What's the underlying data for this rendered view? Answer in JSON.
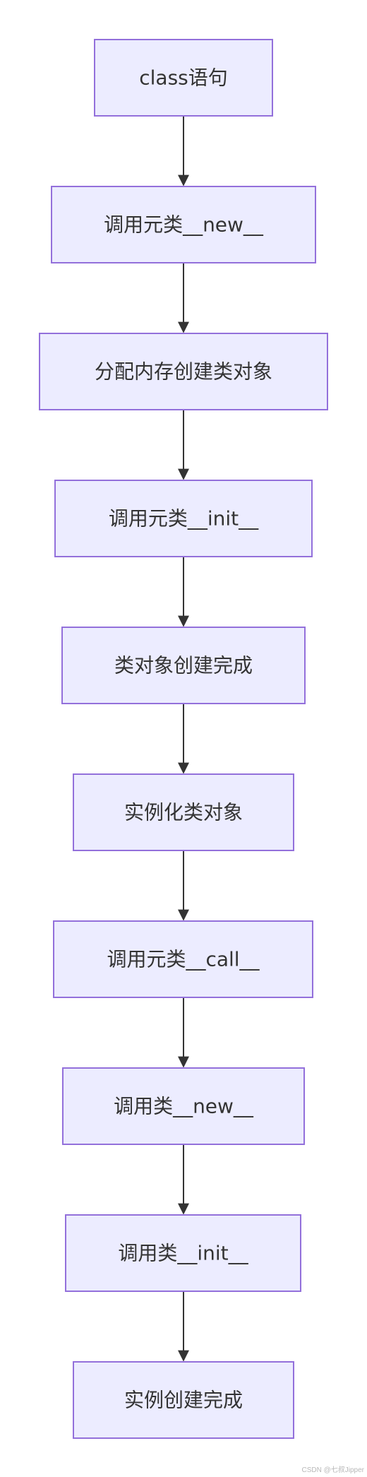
{
  "diagram": {
    "type": "flowchart",
    "direction": "top-to-bottom",
    "colors": {
      "node_fill": "#ECECFF",
      "node_stroke": "#9370DB",
      "edge": "#333333",
      "text": "#333333"
    },
    "nodes": [
      {
        "id": "n1",
        "label": "class语句"
      },
      {
        "id": "n2",
        "label": "调用元类__new__"
      },
      {
        "id": "n3",
        "label": "分配内存创建类对象"
      },
      {
        "id": "n4",
        "label": "调用元类__init__"
      },
      {
        "id": "n5",
        "label": "类对象创建完成"
      },
      {
        "id": "n6",
        "label": "实例化类对象"
      },
      {
        "id": "n7",
        "label": "调用元类__call__"
      },
      {
        "id": "n8",
        "label": "调用类__new__"
      },
      {
        "id": "n9",
        "label": "调用类__init__"
      },
      {
        "id": "n10",
        "label": "实例创建完成"
      }
    ],
    "edges": [
      {
        "from": "n1",
        "to": "n2"
      },
      {
        "from": "n2",
        "to": "n3"
      },
      {
        "from": "n3",
        "to": "n4"
      },
      {
        "from": "n4",
        "to": "n5"
      },
      {
        "from": "n5",
        "to": "n6"
      },
      {
        "from": "n6",
        "to": "n7"
      },
      {
        "from": "n7",
        "to": "n8"
      },
      {
        "from": "n8",
        "to": "n9"
      },
      {
        "from": "n9",
        "to": "n10"
      }
    ]
  },
  "watermark": "CSDN @七叔Jipper"
}
